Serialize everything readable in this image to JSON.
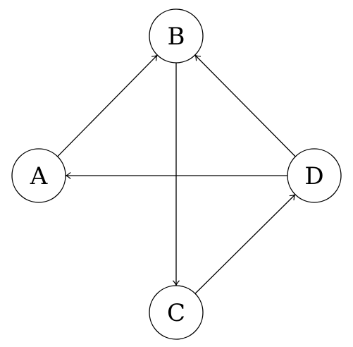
{
  "diagram": {
    "nodes": [
      {
        "id": "A",
        "label": "A"
      },
      {
        "id": "B",
        "label": "B"
      },
      {
        "id": "C",
        "label": "C"
      },
      {
        "id": "D",
        "label": "D"
      }
    ],
    "edges": [
      {
        "from": "A",
        "to": "B"
      },
      {
        "from": "B",
        "to": "C"
      },
      {
        "from": "C",
        "to": "D"
      },
      {
        "from": "D",
        "to": "B"
      },
      {
        "from": "D",
        "to": "A"
      }
    ],
    "colors": {
      "stroke": "#000000",
      "background": "#ffffff"
    }
  }
}
